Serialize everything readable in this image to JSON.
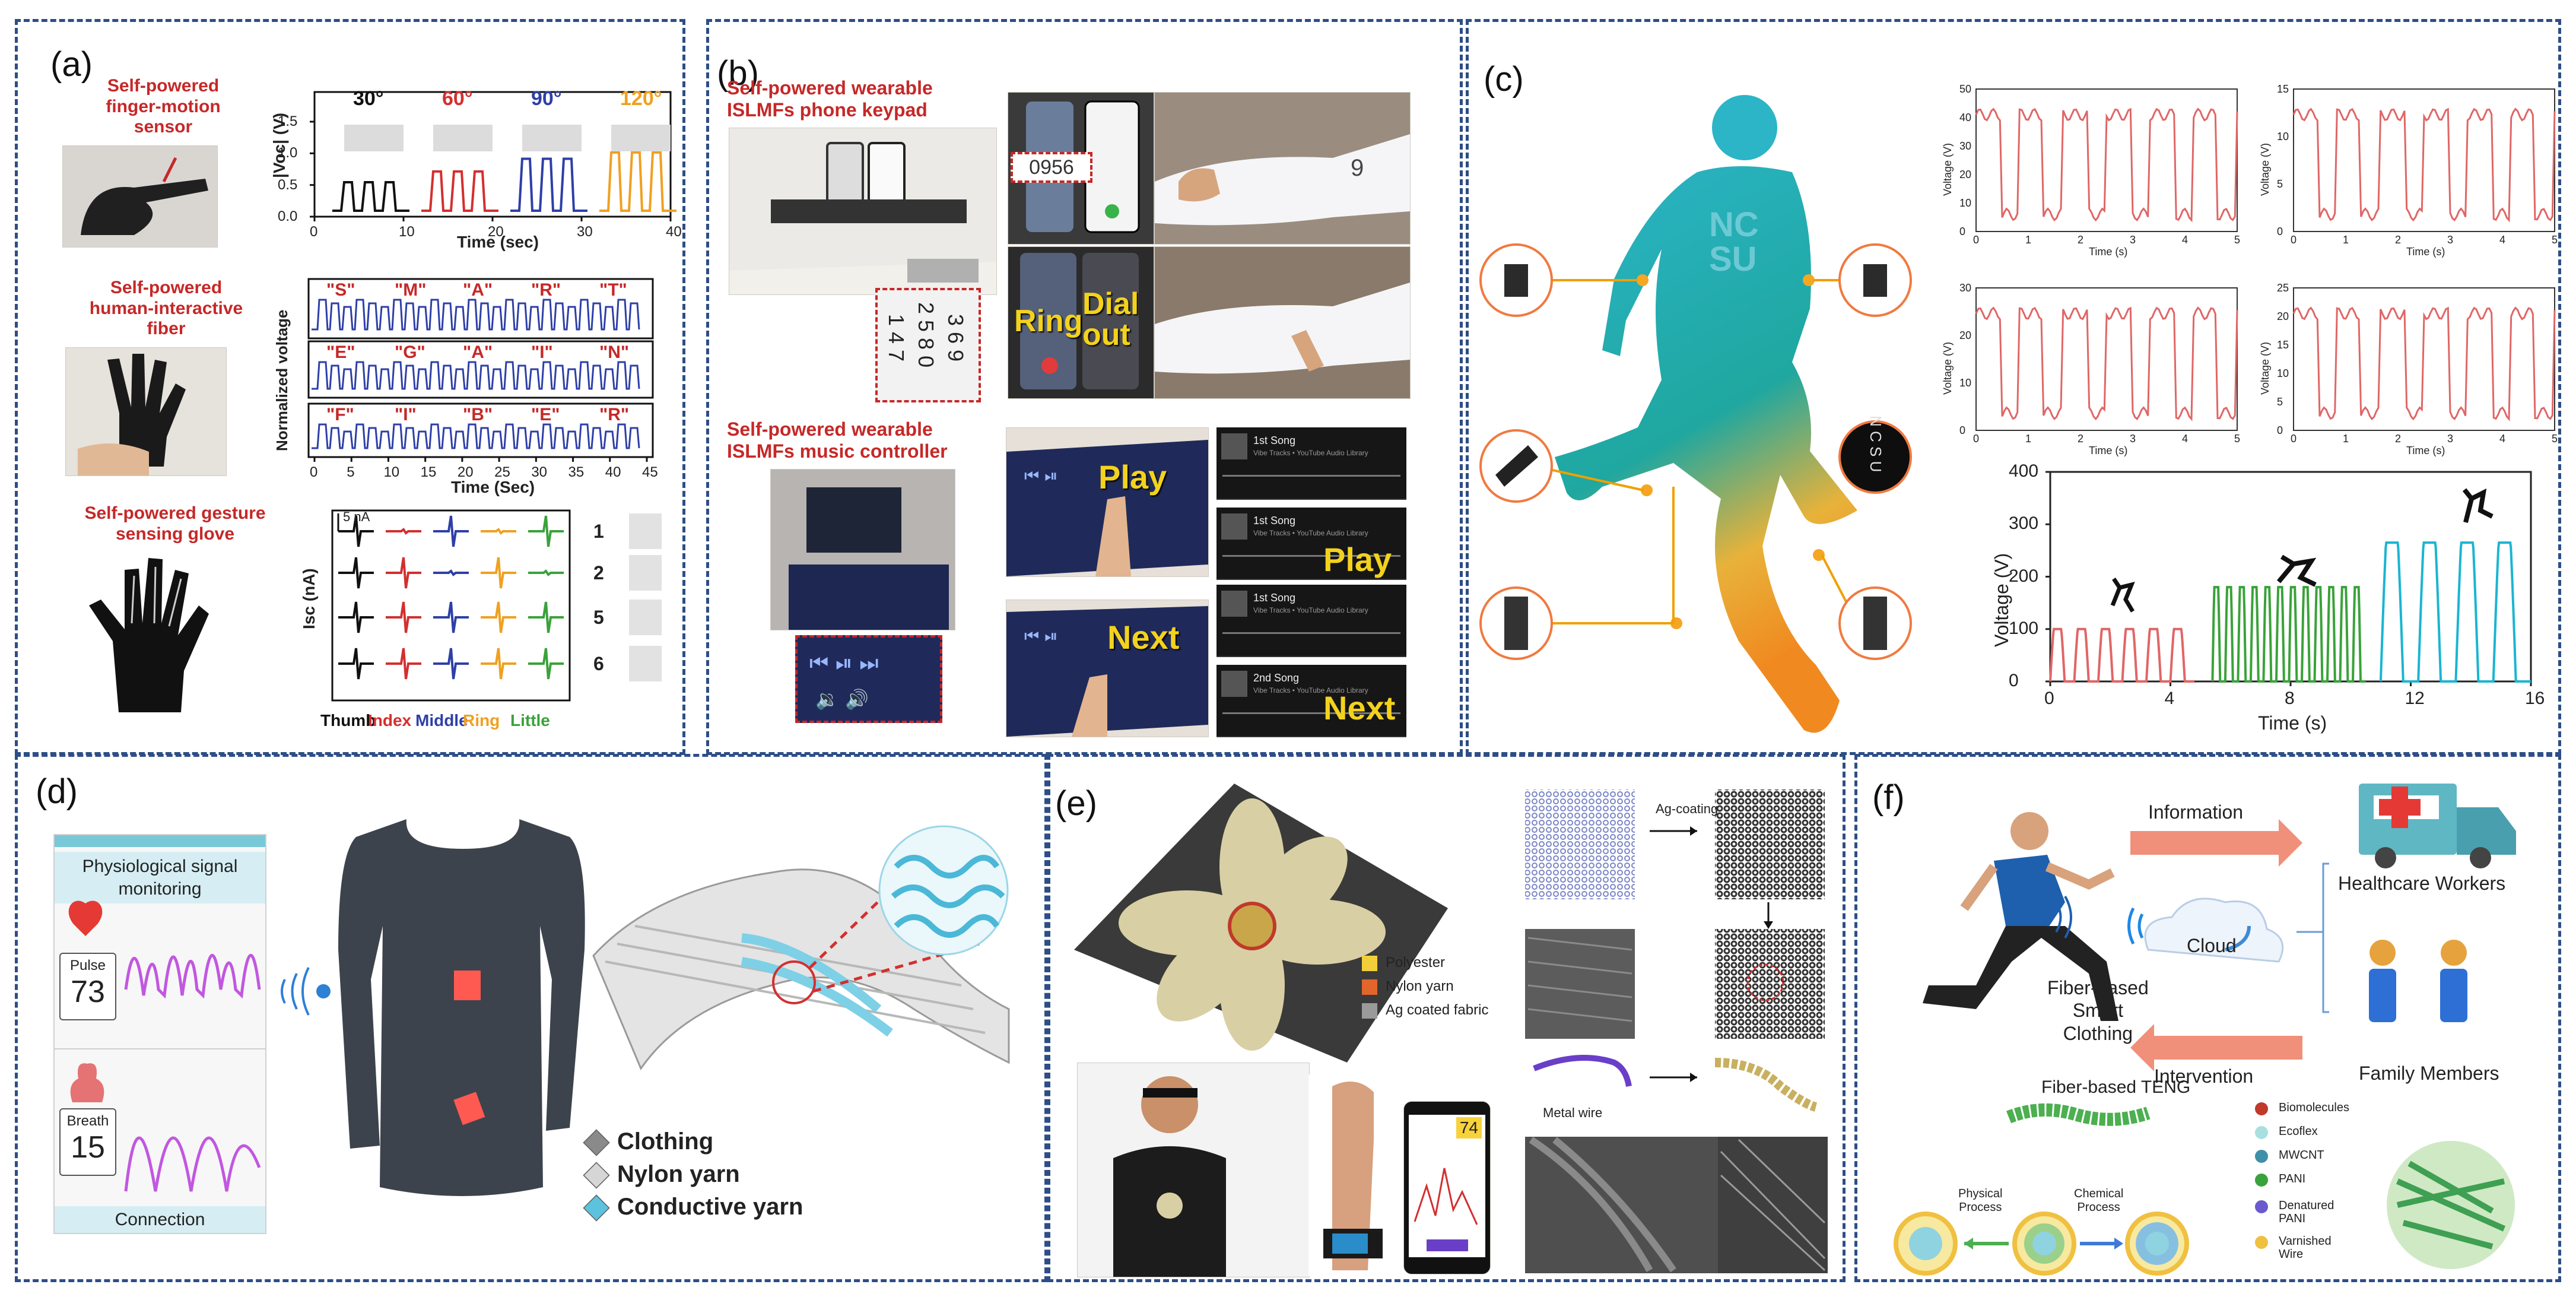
{
  "panels": {
    "a": {
      "label": "(a)",
      "finger_note": "Self-powered\nfinger-motion\nsensor",
      "fiber_note": "Self-powered\nhuman-interactive\nfiber",
      "glove_note": "Self-powered gesture\nsensing glove",
      "angles": [
        "30°",
        "60°",
        "90°",
        "120°"
      ],
      "angle_colors": [
        "#111111",
        "#d32f2f",
        "#2e3fa8",
        "#f0a020"
      ],
      "voc_ylabel": "|Voc| (V)",
      "voc_xlabel": "Time (sec)",
      "voc_yticks": [
        "0.0",
        "0.5",
        "1.0",
        "1.5"
      ],
      "voc_xticks": [
        "0",
        "10",
        "20",
        "30",
        "40"
      ],
      "word_rows": [
        [
          "\"S\"",
          "\"M\"",
          "\"A\"",
          "\"R\"",
          "\"T\""
        ],
        [
          "\"E\"",
          "\"G\"",
          "\"A\"",
          "\"I\"",
          "\"N\""
        ],
        [
          "\"F\"",
          "\"I\"",
          "\"B\"",
          "\"E\"",
          "\"R\""
        ]
      ],
      "norm_ylabel": "Normalized voltage",
      "norm_xlabel": "Time (Sec)",
      "norm_xticks": [
        "0",
        "5",
        "10",
        "15",
        "20",
        "25",
        "30",
        "35",
        "40",
        "45"
      ],
      "isc_ylabel": "Isc (nA)",
      "isc_scale": "5 nA",
      "gesture_numbers": [
        "1",
        "2",
        "5",
        "6"
      ],
      "fingers": [
        "Thumb",
        "Index",
        "Middle",
        "Ring",
        "Little"
      ],
      "finger_colors": [
        "#111111",
        "#d32f2f",
        "#2e3fa8",
        "#f0a020",
        "#3aa23a"
      ]
    },
    "b": {
      "label": "(b)",
      "keypad_title": "Self-powered wearable\nISLMFs phone keypad",
      "music_title": "Self-powered wearable\nISLMFs music controller",
      "phone_number": "0956",
      "ring_text": "Ring",
      "dial_text": "Dial\nout",
      "play_text": "Play",
      "next_text": "Next",
      "song_items": [
        "1st Song",
        "1st Song",
        "1st Song",
        "2nd Song"
      ],
      "song_sub": "Vibe Tracks • YouTube Audio Library",
      "keypad_digits": [
        "1 4 7",
        "2 5 8 0",
        "3 6 9"
      ]
    },
    "c": {
      "label": "(c)",
      "body_text": "NC\nSU",
      "ncsu_vertical": "N C S U",
      "small_charts": [
        {
          "ylabel": "Voltage (V)",
          "xlabel": "Time (s)",
          "yticks": [
            "0",
            "10",
            "20",
            "30",
            "40",
            "50"
          ],
          "xticks": [
            "0",
            "1",
            "2",
            "3",
            "4",
            "5"
          ]
        },
        {
          "ylabel": "Voltage (V)",
          "xlabel": "Time (s)",
          "yticks": [
            "0",
            "5",
            "10",
            "15"
          ],
          "xticks": [
            "0",
            "1",
            "2",
            "3",
            "4",
            "5"
          ]
        },
        {
          "ylabel": "Voltage (V)",
          "xlabel": "Time (s)",
          "yticks": [
            "0",
            "10",
            "20",
            "30"
          ],
          "xticks": [
            "0",
            "1",
            "2",
            "3",
            "4",
            "5"
          ]
        },
        {
          "ylabel": "Voltage (V)",
          "xlabel": "Time (s)",
          "yticks": [
            "0",
            "5",
            "10",
            "15",
            "20",
            "25"
          ],
          "xticks": [
            "0",
            "1",
            "2",
            "3",
            "4",
            "5"
          ]
        }
      ],
      "big_ylabel": "Voltage (V)",
      "big_xlabel": "Time (s)",
      "big_yticks": [
        "0",
        "100",
        "200",
        "300",
        "400"
      ],
      "big_xticks": [
        "0",
        "4",
        "8",
        "12",
        "16"
      ],
      "series_colors": [
        "#e06666",
        "#3aa23a",
        "#1ab5d1"
      ]
    },
    "d": {
      "label": "(d)",
      "monitor_title": "Physiological signal\nmonitoring",
      "pulse_label": "Pulse",
      "pulse_value": "73",
      "breath_label": "Breath",
      "breath_value": "15",
      "connection": "Connection",
      "legend": [
        "Clothing",
        "Nylon yarn",
        "Conductive yarn"
      ],
      "legend_colors": [
        "#8a8a8a",
        "#d6d6d6",
        "#5cc3df"
      ]
    },
    "e": {
      "label": "(e)",
      "legend": [
        "Polyester",
        "Nylon yarn",
        "Ag coated fabric"
      ],
      "legend_colors": [
        "#f2cf3a",
        "#e2652b",
        "#9a9a9a"
      ],
      "ag_coating": "Ag-coating",
      "metal_wire": "Metal wire",
      "phone_value": "74"
    },
    "f": {
      "label": "(f)",
      "information": "Information",
      "intervention": "Intervention",
      "cloud": "Cloud",
      "smart_clothing": "Fiber-based\nSmart\nClothing",
      "healthcare": "Healthcare Workers",
      "family": "Family Members",
      "teng": "Fiber-based TENG",
      "physical": "Physical\nProcess",
      "chemical": "Chemical\nProcess",
      "materials": [
        "Biomolecules",
        "Ecoflex",
        "MWCNT",
        "PANI",
        "Denatured\nPANI",
        "Varnished\nWire"
      ],
      "material_colors": [
        "#c0392b",
        "#a8e0e0",
        "#3f8fa8",
        "#3aa23a",
        "#6a5acd",
        "#f0c040"
      ]
    }
  }
}
